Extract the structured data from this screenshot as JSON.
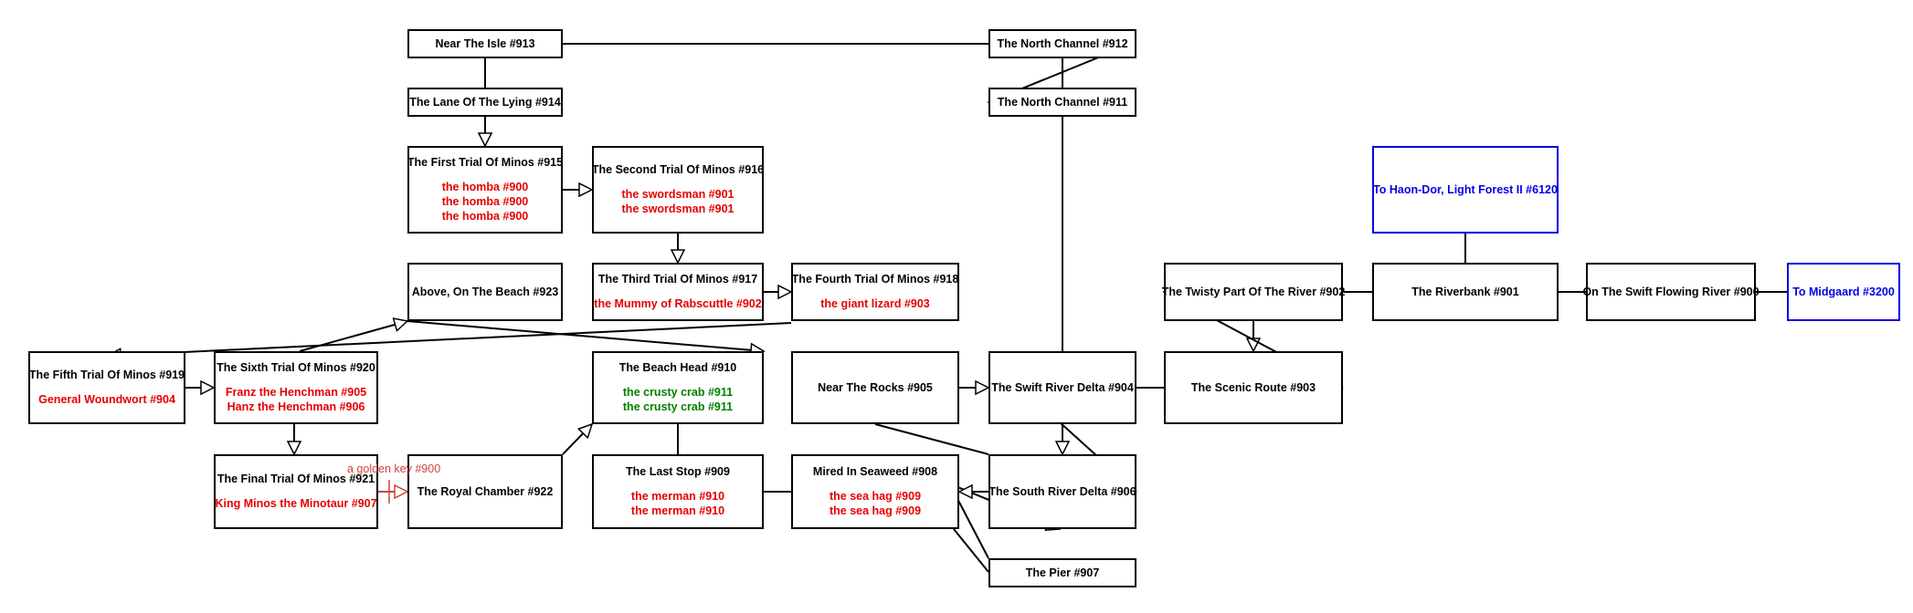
{
  "colors": {
    "room_border": "#000000",
    "exit_color": "#0000e6",
    "mob_color": "#e60000",
    "friendly_mob_color": "#008000",
    "key_color": "#d04040"
  },
  "rooms": [
    {
      "id": "r913",
      "title": "Near The Isle #913",
      "mobs": []
    },
    {
      "id": "r912",
      "title": "The North Channel #912",
      "mobs": []
    },
    {
      "id": "r914",
      "title": "The Lane Of The Lying #914",
      "mobs": []
    },
    {
      "id": "r911",
      "title": "The North Channel #911",
      "mobs": []
    },
    {
      "id": "r915",
      "title": "The First Trial Of Minos #915",
      "mobs": [
        "the homba #900",
        "the homba #900",
        "the homba #900"
      ]
    },
    {
      "id": "r916",
      "title": "The Second Trial Of Minos #916",
      "mobs": [
        "the swordsman #901",
        "the swordsman #901"
      ]
    },
    {
      "id": "r6120",
      "title": "To Haon-Dor, Light Forest II #6120",
      "mobs": [],
      "exit": true
    },
    {
      "id": "r923",
      "title": "Above, On The Beach #923",
      "mobs": []
    },
    {
      "id": "r917",
      "title": "The Third Trial Of Minos #917",
      "mobs": [
        "the Mummy of Rabscuttle #902"
      ]
    },
    {
      "id": "r918",
      "title": "The Fourth Trial Of Minos #918",
      "mobs": [
        "the giant lizard #903"
      ]
    },
    {
      "id": "r902",
      "title": "The Twisty Part Of The River #902",
      "mobs": []
    },
    {
      "id": "r901",
      "title": "The Riverbank #901",
      "mobs": []
    },
    {
      "id": "r900",
      "title": "On The Swift Flowing River #900",
      "mobs": []
    },
    {
      "id": "r3200",
      "title": "To Midgaard #3200",
      "mobs": [],
      "exit": true
    },
    {
      "id": "r919",
      "title": "The Fifth Trial Of Minos #919",
      "mobs": [
        "General Woundwort #904"
      ]
    },
    {
      "id": "r920",
      "title": "The Sixth Trial Of Minos #920",
      "mobs": [
        "Franz the Henchman #905",
        "Hanz the Henchman #906"
      ]
    },
    {
      "id": "r910",
      "title": "The Beach Head #910",
      "mobs": [
        "the crusty crab #911",
        "the crusty crab #911"
      ],
      "friendly": true
    },
    {
      "id": "r905",
      "title": "Near The Rocks #905",
      "mobs": []
    },
    {
      "id": "r904",
      "title": "The Swift River Delta #904",
      "mobs": []
    },
    {
      "id": "r903",
      "title": "The Scenic Route #903",
      "mobs": []
    },
    {
      "id": "r921",
      "title": "The Final Trial Of Minos #921",
      "mobs": [
        "King Minos the Minotaur #907"
      ]
    },
    {
      "id": "r922",
      "title": "The Royal Chamber #922",
      "mobs": []
    },
    {
      "id": "r909",
      "title": "The Last Stop #909",
      "mobs": [
        "the merman #910",
        "the merman #910"
      ]
    },
    {
      "id": "r908",
      "title": "Mired In Seaweed #908",
      "mobs": [
        "the sea hag #909",
        "the sea hag #909"
      ]
    },
    {
      "id": "r906",
      "title": "The South River Delta #906",
      "mobs": []
    },
    {
      "id": "r907",
      "title": "The Pier #907",
      "mobs": []
    }
  ],
  "key_label": "a golden key #900",
  "links": [
    {
      "from": "r913",
      "to": "r912",
      "type": "two-way"
    },
    {
      "from": "r913",
      "to": "r914",
      "type": "two-way"
    },
    {
      "from": "r914",
      "to": "r915",
      "type": "one-way"
    },
    {
      "from": "r912",
      "to": "r911",
      "type": "two-way"
    },
    {
      "from": "r912",
      "to": "r911",
      "type": "one-way"
    },
    {
      "from": "r911",
      "to": "r904",
      "type": "two-way"
    },
    {
      "from": "r915",
      "to": "r916",
      "type": "one-way"
    },
    {
      "from": "r916",
      "to": "r917",
      "type": "one-way"
    },
    {
      "from": "r917",
      "to": "r918",
      "type": "one-way"
    },
    {
      "from": "r918",
      "to": "r919",
      "type": "one-way"
    },
    {
      "from": "r919",
      "to": "r920",
      "type": "one-way"
    },
    {
      "from": "r920",
      "to": "r923",
      "type": "one-way"
    },
    {
      "from": "r920",
      "to": "r921",
      "type": "one-way"
    },
    {
      "from": "r921",
      "to": "r922",
      "type": "locked"
    },
    {
      "from": "r922",
      "to": "r910",
      "type": "one-way"
    },
    {
      "from": "r923",
      "to": "r910",
      "type": "one-way"
    },
    {
      "from": "r910",
      "to": "r909",
      "type": "two-way"
    },
    {
      "from": "r909",
      "to": "r908",
      "type": "two-way"
    },
    {
      "from": "r905",
      "to": "r904",
      "type": "one-way"
    },
    {
      "from": "r905",
      "to": "r906",
      "type": "two-way"
    },
    {
      "from": "r904",
      "to": "r906",
      "type": "one-way"
    },
    {
      "from": "r906",
      "to": "r904",
      "type": "one-way"
    },
    {
      "from": "r904",
      "to": "r903",
      "type": "two-way"
    },
    {
      "from": "r903",
      "to": "r902",
      "type": "one-way"
    },
    {
      "from": "r902",
      "to": "r903",
      "type": "one-way"
    },
    {
      "from": "r902",
      "to": "r901",
      "type": "two-way"
    },
    {
      "from": "r901",
      "to": "r6120",
      "type": "two-way"
    },
    {
      "from": "r901",
      "to": "r900",
      "type": "two-way"
    },
    {
      "from": "r900",
      "to": "r3200",
      "type": "two-way"
    },
    {
      "from": "r906",
      "to": "r908",
      "type": "one-way"
    },
    {
      "from": "r908",
      "to": "r906",
      "type": "one-way"
    },
    {
      "from": "r907",
      "to": "r906",
      "type": "two-way"
    },
    {
      "from": "r907",
      "to": "r908",
      "type": "two-way"
    }
  ]
}
